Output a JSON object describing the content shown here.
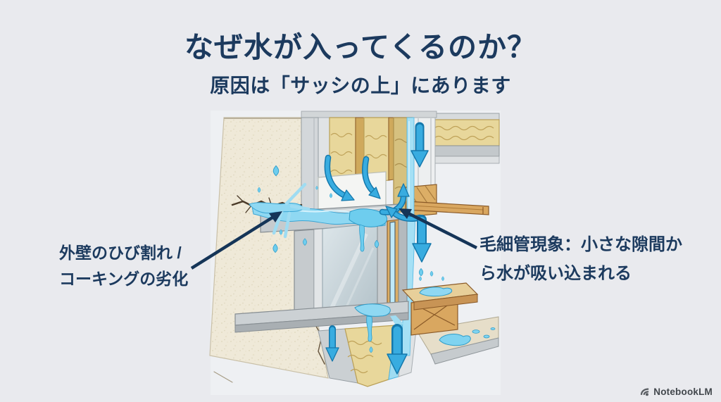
{
  "header": {
    "title": "なぜ水が入ってくるのか？",
    "subtitle": "原因は「サッシの上」にあります"
  },
  "annotations": {
    "left_label": {
      "line1": "外壁のひび割れ /",
      "line2": "コーキングの劣化"
    },
    "right_label": {
      "line1": "毛細管現象：小さな隙間か",
      "line2": "ら水が吸い込まれる"
    }
  },
  "branding": {
    "logo_text": "NotebookLM"
  },
  "diagram": {
    "subject": "窓サッシ上部からの雨水浸入の断面図",
    "colors": {
      "background": "#e9eaee",
      "text_navy": "#1c3a5e",
      "annotation_arrow_navy": "#153558",
      "flow_arrow_blue": "#38ace0",
      "flow_arrow_outline": "#1478ac",
      "water_light_blue": "#9fdff5",
      "wall_cream": "#efe9d8",
      "insulation_tan": "#e8d79b",
      "wood_tan": "#dcae66",
      "frame_grey": "#c6cbce"
    }
  }
}
